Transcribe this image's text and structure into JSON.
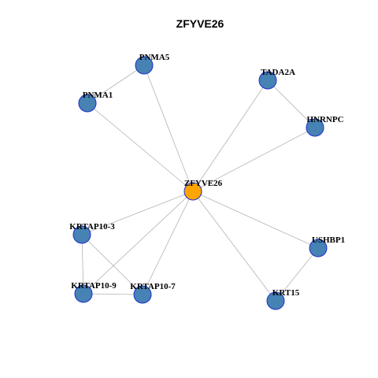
{
  "title": "ZFYVE26",
  "colors": {
    "hub_fill": "#FFA500",
    "node_fill": "#4682B4",
    "node_stroke": "#1C2FCC",
    "edge": "#B3B3B3"
  },
  "nodes": [
    {
      "id": "ZFYVE26",
      "label": "ZFYVE26",
      "hub": true
    },
    {
      "id": "PNMA5",
      "label": "PNMA5"
    },
    {
      "id": "PNMA1",
      "label": "PNMA1"
    },
    {
      "id": "TADA2A",
      "label": "TADA2A"
    },
    {
      "id": "HNRNPC",
      "label": "HNRNPC"
    },
    {
      "id": "KRTAP10-3",
      "label": "KRTAP10-3"
    },
    {
      "id": "KRTAP10-9",
      "label": "KRTAP10-9"
    },
    {
      "id": "KRTAP10-7",
      "label": "KRTAP10-7"
    },
    {
      "id": "USHBP1",
      "label": "USHBP1"
    },
    {
      "id": "KRT15",
      "label": "KRT15"
    }
  ],
  "edges": [
    [
      "ZFYVE26",
      "PNMA5"
    ],
    [
      "ZFYVE26",
      "PNMA1"
    ],
    [
      "PNMA1",
      "PNMA5"
    ],
    [
      "ZFYVE26",
      "TADA2A"
    ],
    [
      "ZFYVE26",
      "HNRNPC"
    ],
    [
      "TADA2A",
      "HNRNPC"
    ],
    [
      "ZFYVE26",
      "KRTAP10-3"
    ],
    [
      "ZFYVE26",
      "KRTAP10-9"
    ],
    [
      "ZFYVE26",
      "KRTAP10-7"
    ],
    [
      "KRTAP10-3",
      "KRTAP10-9"
    ],
    [
      "KRTAP10-3",
      "KRTAP10-7"
    ],
    [
      "KRTAP10-9",
      "KRTAP10-7"
    ],
    [
      "ZFYVE26",
      "USHBP1"
    ],
    [
      "ZFYVE26",
      "KRT15"
    ],
    [
      "USHBP1",
      "KRT15"
    ]
  ]
}
